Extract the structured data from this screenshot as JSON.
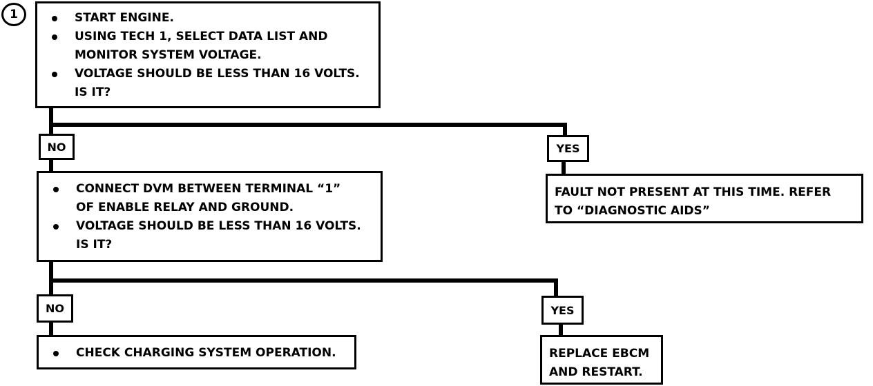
{
  "step_number": "1",
  "step1": {
    "items": [
      [
        "START ENGINE."
      ],
      [
        "USING TECH 1, SELECT DATA LIST AND",
        "MONITOR SYSTEM VOLTAGE."
      ],
      [
        "VOLTAGE SHOULD BE LESS THAN 16 VOLTS.",
        "IS IT?"
      ]
    ]
  },
  "branch1": {
    "no_label": "NO",
    "yes_label": "YES"
  },
  "fault_box": {
    "lines": [
      "FAULT NOT PRESENT AT THIS TIME.  REFER",
      "TO “DIAGNOSTIC AIDS”"
    ]
  },
  "step2": {
    "items": [
      [
        "CONNECT DVM BETWEEN TERMINAL “1”",
        "OF ENABLE RELAY AND GROUND."
      ],
      [
        "VOLTAGE SHOULD BE LESS THAN 16 VOLTS.",
        "IS IT?"
      ]
    ]
  },
  "branch2": {
    "no_label": "NO",
    "yes_label": "YES"
  },
  "charging_box": {
    "items": [
      [
        "CHECK CHARGING SYSTEM OPERATION."
      ]
    ]
  },
  "replace_box": {
    "lines": [
      "REPLACE EBCM",
      "AND RESTART."
    ]
  }
}
